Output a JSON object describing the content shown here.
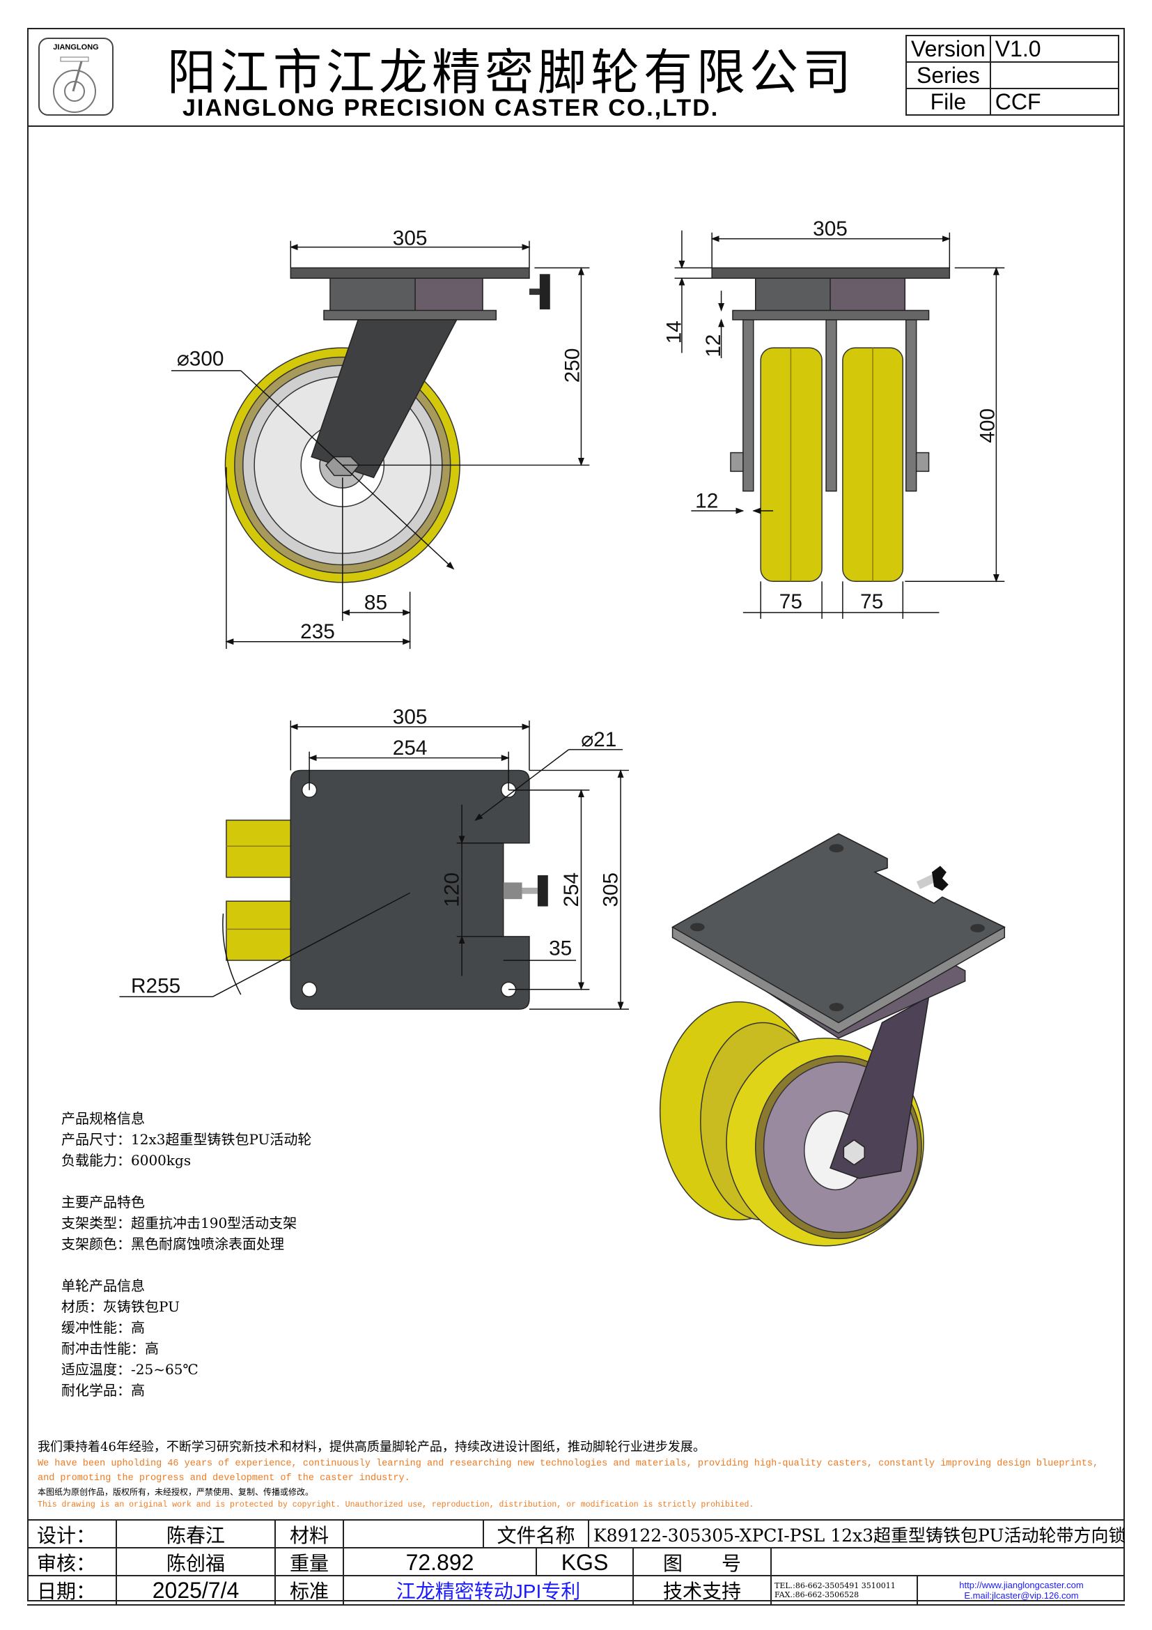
{
  "header": {
    "logo_text": "JIANGLONG",
    "company_cn": "阳江市江龙精密脚轮有限公司",
    "company_en": "JIANGLONG PRECISION CASTER CO.,LTD.",
    "version_label": "Version",
    "version_value": "V1.0",
    "series_label": "Series",
    "series_value": "",
    "file_label": "File",
    "file_value": "CCF"
  },
  "dims": {
    "front": {
      "width": "305",
      "diameter": "⌀300",
      "height": "250",
      "offset": "85",
      "total": "235"
    },
    "side": {
      "width": "305",
      "plate": "14",
      "flange": "12",
      "height": "400",
      "gap": "12",
      "wheel1": "75",
      "wheel2": "75"
    },
    "top": {
      "width": "305",
      "hole_span": "254",
      "hole_dia": "⌀21",
      "slot": "120",
      "hole_span_v": "254",
      "depth": "305",
      "notch": "35",
      "radius": "R255"
    }
  },
  "specs": {
    "s1_title": "产品规格信息",
    "s1_l1": "产品尺寸：12x3超重型铸铁包PU活动轮",
    "s1_l2": "负载能力：6000kgs",
    "s2_title": "主要产品特色",
    "s2_l1": "支架类型：超重抗冲击190型活动支架",
    "s2_l2": "支架颜色：黑色耐腐蚀喷涂表面处理",
    "s3_title": "单轮产品信息",
    "s3_l1": "材质：灰铸铁包PU",
    "s3_l2": "缓冲性能：高",
    "s3_l3": "耐冲击性能：高",
    "s3_l4": "适应温度：-25~65℃",
    "s3_l5": "耐化学品：高"
  },
  "mission": {
    "cn": "我们秉持着46年经验，不断学习研究新技术和材料，提供高质量脚轮产品，持续改进设计图纸，推动脚轮行业进步发展。",
    "en1": "We have been upholding 46 years of experience, continuously learning and researching new technologies and materials, providing high-quality casters, constantly improving design blueprints,",
    "en2": "and promoting the progress and development of the caster industry.",
    "cn2": "本图纸为原创作品，版权所有，未经授权，严禁使用、复制、传播或修改。",
    "en3": "This drawing is an original work and is protected by copyright. Unauthorized use, reproduction, distribution, or modification is strictly prohibited."
  },
  "titleblock": {
    "design_label": "设计：",
    "designer": "陈春江",
    "material_label": "材料",
    "material": "",
    "filename_label": "文件名称",
    "filename": "K89122-305305-XPCI-PSL 12x3超重型铸铁包PU活动轮带方向锁",
    "review_label": "审核：",
    "reviewer": "陈创福",
    "weight_label": "重量",
    "weight": "72.892",
    "weight_unit": "KGS",
    "drawing_no_label": "图　　号",
    "drawing_no": "",
    "date_label": "日期：",
    "date": "2025/7/4",
    "standard_label": "标准",
    "standard": "江龙精密转动JPI专利",
    "support_label": "技术支持",
    "tel": "TEL.:86-662-3505491 3510011",
    "fax": "FAX.:86-662-3506528",
    "url": "http://www.jianglongcaster.com",
    "email": "E.mail:jlcaster@vip.126.com"
  },
  "colors": {
    "tire": "#d8cc10",
    "plate": "#4a4c4e",
    "hub": "#c8c8c8",
    "link": "#1a1aff",
    "orange": "#f07a20"
  }
}
